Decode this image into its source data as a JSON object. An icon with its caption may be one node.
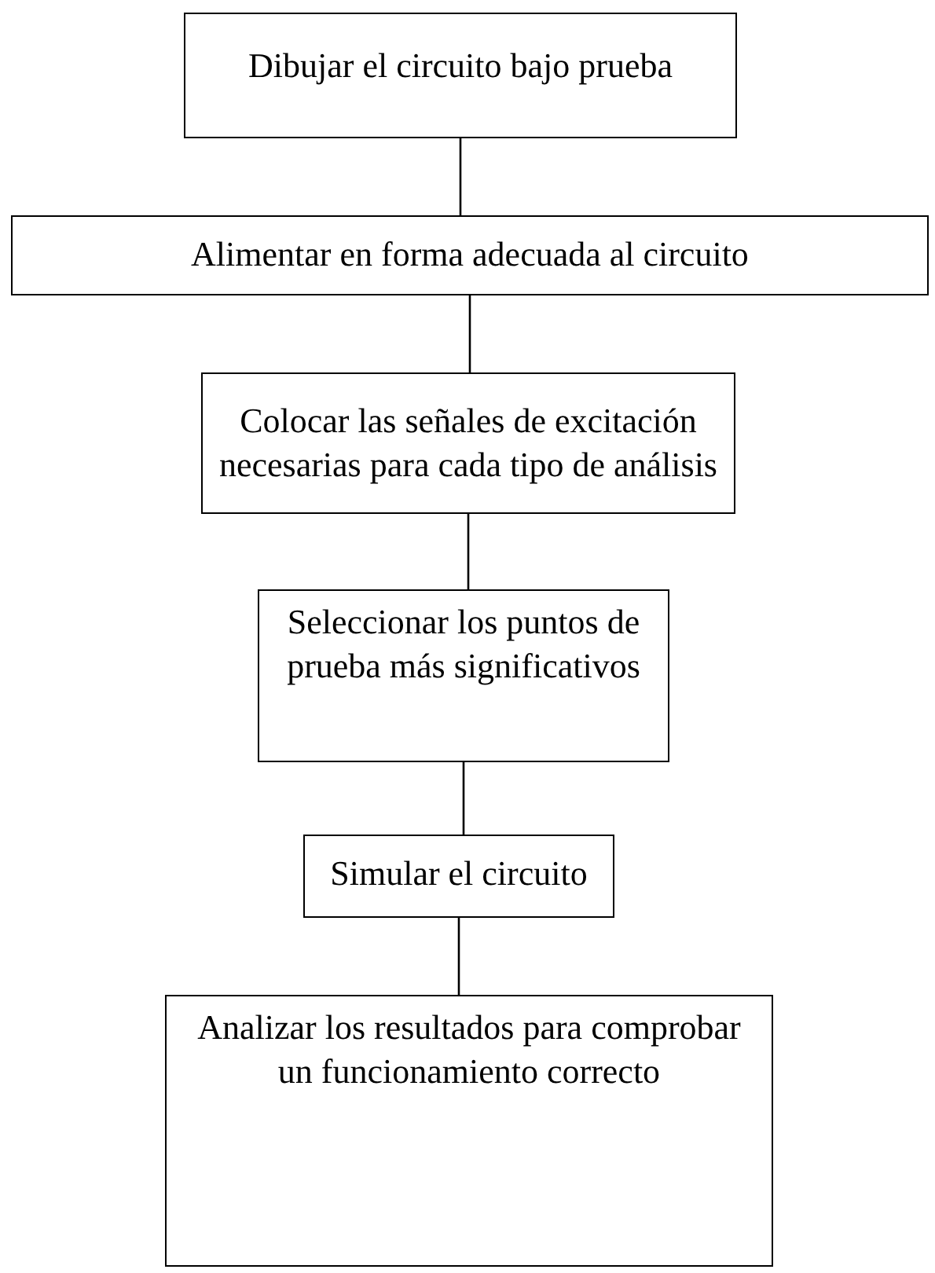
{
  "diagram": {
    "nodes": [
      {
        "text": [
          "Dibujar el circuito bajo prueba"
        ]
      },
      {
        "text": [
          "Alimentar en forma adecuada al circuito"
        ]
      },
      {
        "text": [
          "Colocar las señales de excitación necesarias para cada tipo de análisis"
        ]
      },
      {
        "text": [
          "Seleccionar los puntos de prueba más significativos"
        ]
      },
      {
        "text": [
          "Simular el circuito"
        ]
      },
      {
        "text": [
          "Analizar los resultados para comprobar un funcionamiento correcto"
        ]
      }
    ],
    "edges": [
      {
        "from": 0,
        "to": 1,
        "arrow": "none"
      },
      {
        "from": 1,
        "to": 2,
        "arrow": "none"
      },
      {
        "from": 2,
        "to": 3,
        "arrow": "none"
      },
      {
        "from": 3,
        "to": 4,
        "arrow": "none"
      },
      {
        "from": 4,
        "to": 5,
        "arrow": "none"
      }
    ]
  }
}
